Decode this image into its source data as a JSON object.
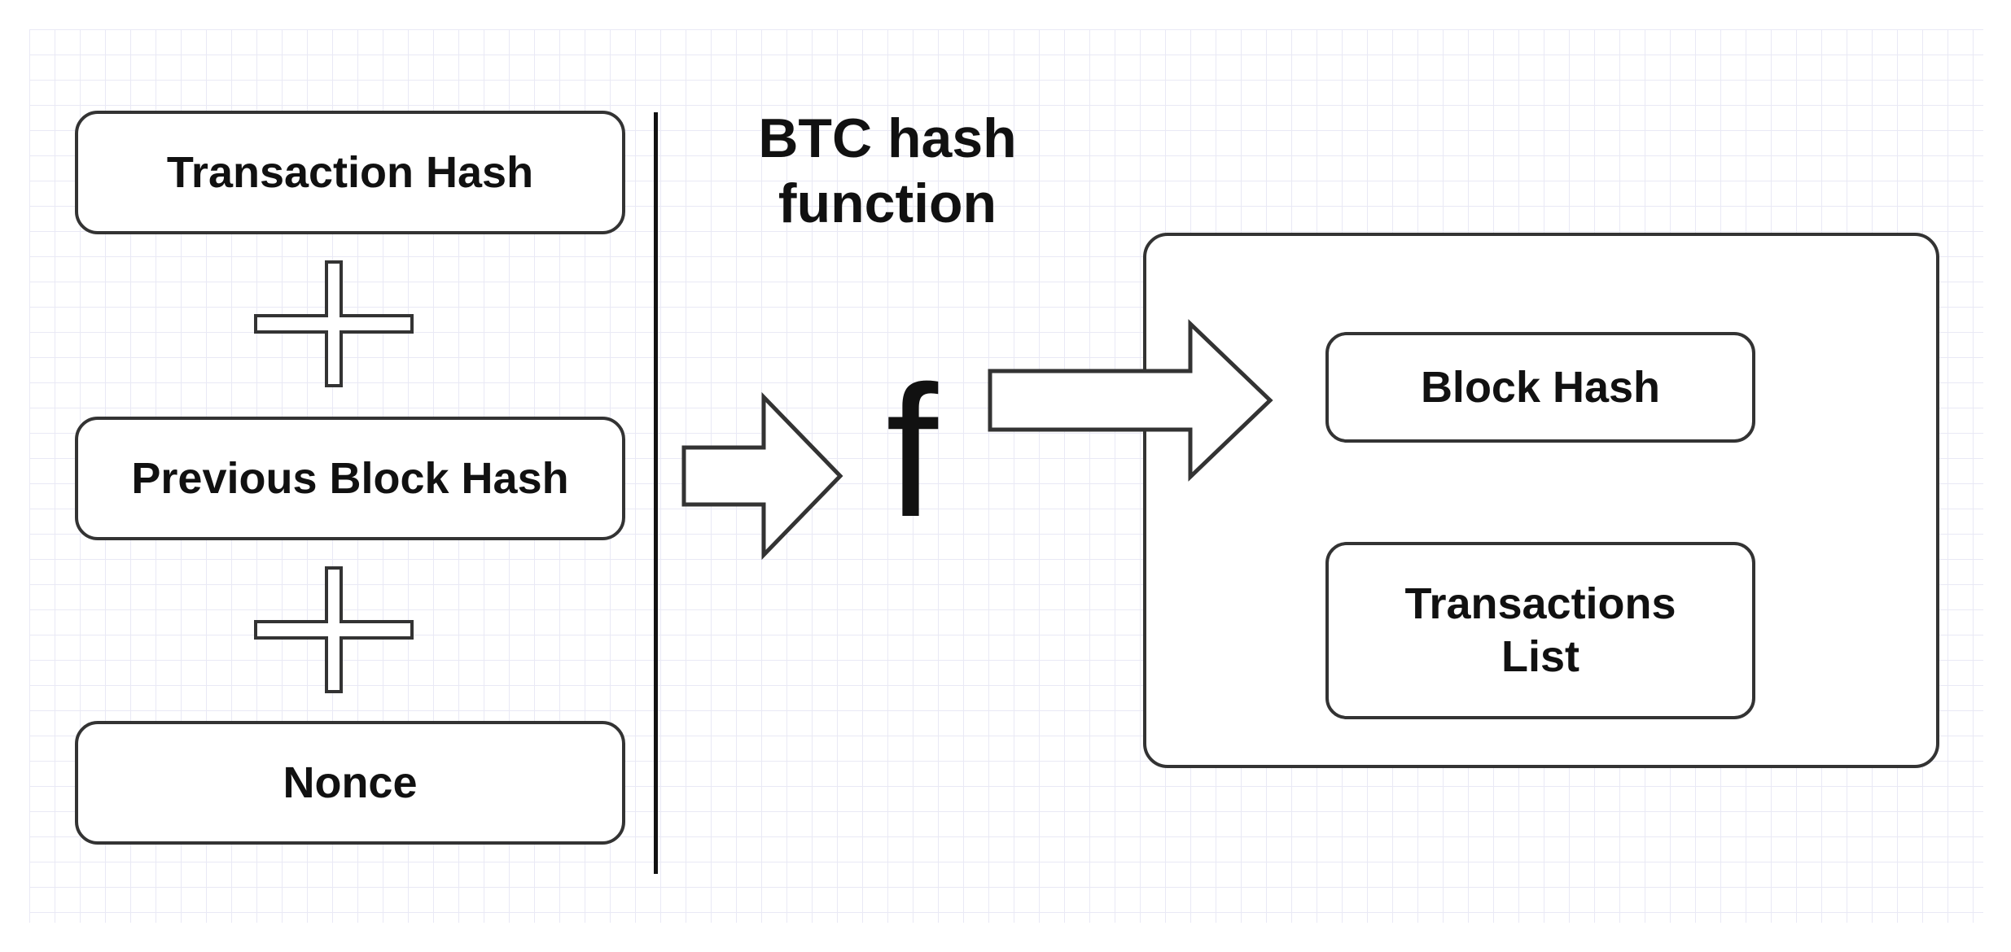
{
  "diagram": {
    "inputs": [
      {
        "label": "Transaction Hash"
      },
      {
        "label": "Previous Block Hash"
      },
      {
        "label": "Nonce"
      }
    ],
    "function_title": "BTC hash\nfunction",
    "function_symbol": "f",
    "output": {
      "items": [
        {
          "label": "Block Hash"
        },
        {
          "label": "Transactions\nList"
        }
      ]
    }
  },
  "colors": {
    "stroke": "#333333",
    "grid": "#e9e9f5",
    "text": "#111111"
  },
  "icons": {
    "plus": "plus-icon",
    "arrow": "right-arrow-icon"
  }
}
